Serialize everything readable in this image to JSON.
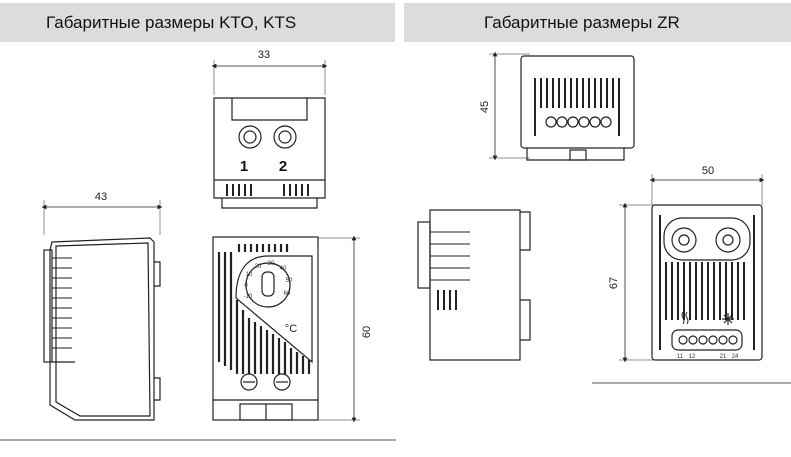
{
  "headers": {
    "left_title": "Габаритные размеры KTO, KTS",
    "right_title": "Габаритные размеры ZR"
  },
  "kto_kts": {
    "top_width_dim": "33",
    "side_width_dim": "43",
    "front_height_dim": "60",
    "terminal_1": "1",
    "terminal_2": "2",
    "dial_scale": [
      "20",
      "30",
      "40",
      "10",
      "50",
      "0",
      "60",
      "-10"
    ],
    "unit_label": "°C"
  },
  "zr": {
    "top_height_dim": "45",
    "front_width_dim": "50",
    "front_height_dim": "67",
    "terminal_labels": [
      "11",
      "12",
      "21",
      "24"
    ]
  }
}
